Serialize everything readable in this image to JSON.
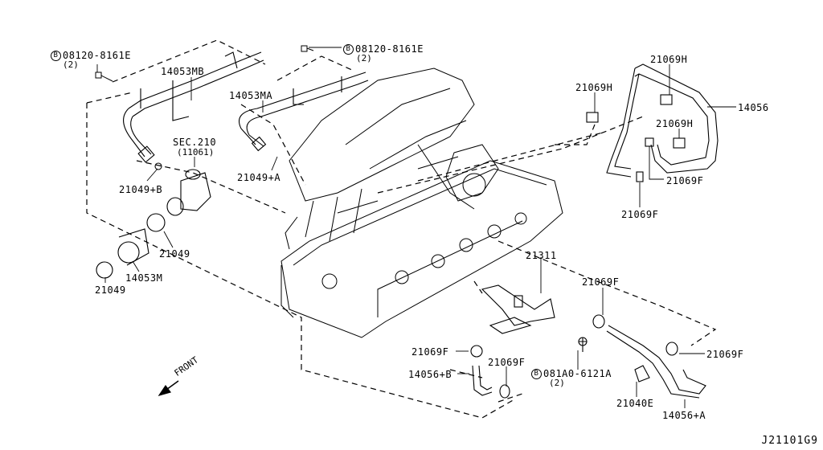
{
  "diagram": {
    "id": "J21101G9",
    "front_label": "FRONT",
    "bolt_symbol": "B",
    "callouts": [
      {
        "key": "bolt_left",
        "part": "08120-8161E",
        "qty": "(2)",
        "bolt": true
      },
      {
        "key": "bolt_top",
        "part": "08120-8161E",
        "qty": "(2)",
        "bolt": true
      },
      {
        "key": "bolt_bottom",
        "part": "081A0-6121A",
        "qty": "(2)",
        "bolt": true
      },
      {
        "key": "pipe_mb",
        "part": "14053MB"
      },
      {
        "key": "pipe_ma",
        "part": "14053MA"
      },
      {
        "key": "sec_ref",
        "part": "SEC.210",
        "qty": "(11061)"
      },
      {
        "key": "oring_b",
        "part": "21049+B"
      },
      {
        "key": "oring_a",
        "part": "21049+A"
      },
      {
        "key": "oring_1",
        "part": "21049"
      },
      {
        "key": "oring_2",
        "part": "21049"
      },
      {
        "key": "hose_m",
        "part": "14053M"
      },
      {
        "key": "clip_h1",
        "part": "21069H"
      },
      {
        "key": "clip_h2",
        "part": "21069H"
      },
      {
        "key": "clip_h3",
        "part": "21069H"
      },
      {
        "key": "hose_14056",
        "part": "14056"
      },
      {
        "key": "clamp_f1",
        "part": "21069F"
      },
      {
        "key": "clamp_f2",
        "part": "21069F"
      },
      {
        "key": "clamp_f3",
        "part": "21069F"
      },
      {
        "key": "clamp_f4",
        "part": "21069F"
      },
      {
        "key": "clamp_f5",
        "part": "21069F"
      },
      {
        "key": "clamp_f6",
        "part": "21069F"
      },
      {
        "key": "cooler",
        "part": "21311"
      },
      {
        "key": "hose_b",
        "part": "14056+B"
      },
      {
        "key": "hose_a",
        "part": "14056+A"
      },
      {
        "key": "clip_e",
        "part": "21040E"
      }
    ]
  }
}
